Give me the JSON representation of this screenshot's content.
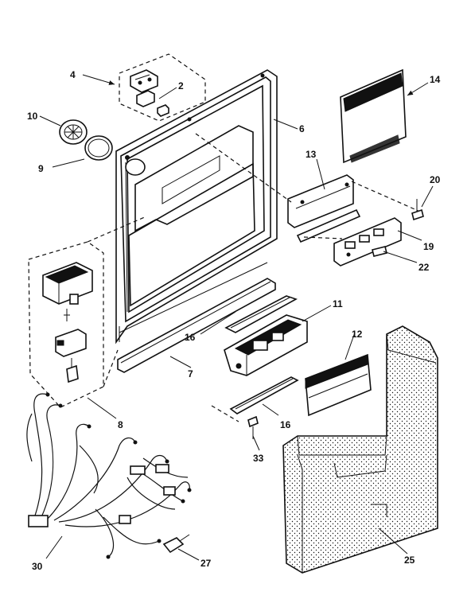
{
  "callouts": {
    "c2": "2",
    "c4": "4",
    "c6": "6",
    "c7": "7",
    "c8": "8",
    "c9": "9",
    "c10": "10",
    "c11": "11",
    "c12": "12",
    "c13": "13",
    "c14": "14",
    "c16a": "16",
    "c16b": "16",
    "c19": "19",
    "c20": "20",
    "c22": "22",
    "c25": "25",
    "c27": "27",
    "c30": "30",
    "c33": "33"
  }
}
